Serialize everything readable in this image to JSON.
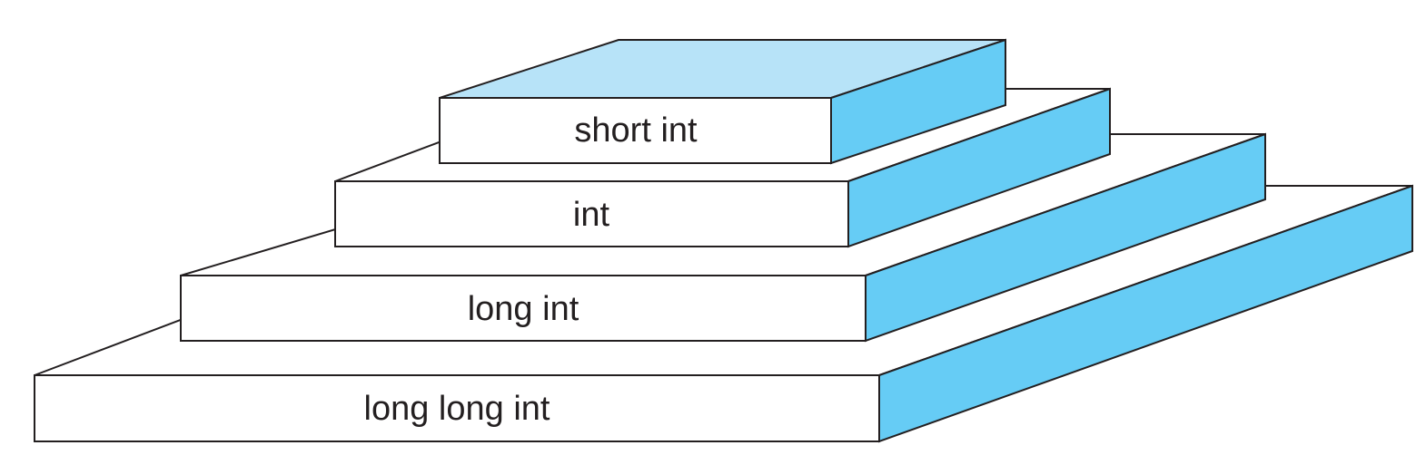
{
  "diagram": {
    "layers": [
      {
        "id": "short-int",
        "label": "short int"
      },
      {
        "id": "int",
        "label": "int"
      },
      {
        "id": "long-int",
        "label": "long int"
      },
      {
        "id": "long-long-int",
        "label": "long long int"
      }
    ]
  },
  "colors": {
    "front_face": "#ffffff",
    "side_face": "#66ccf5",
    "top_face": "#b7e3f8",
    "stroke": "#231f20",
    "text": "#231f20"
  }
}
